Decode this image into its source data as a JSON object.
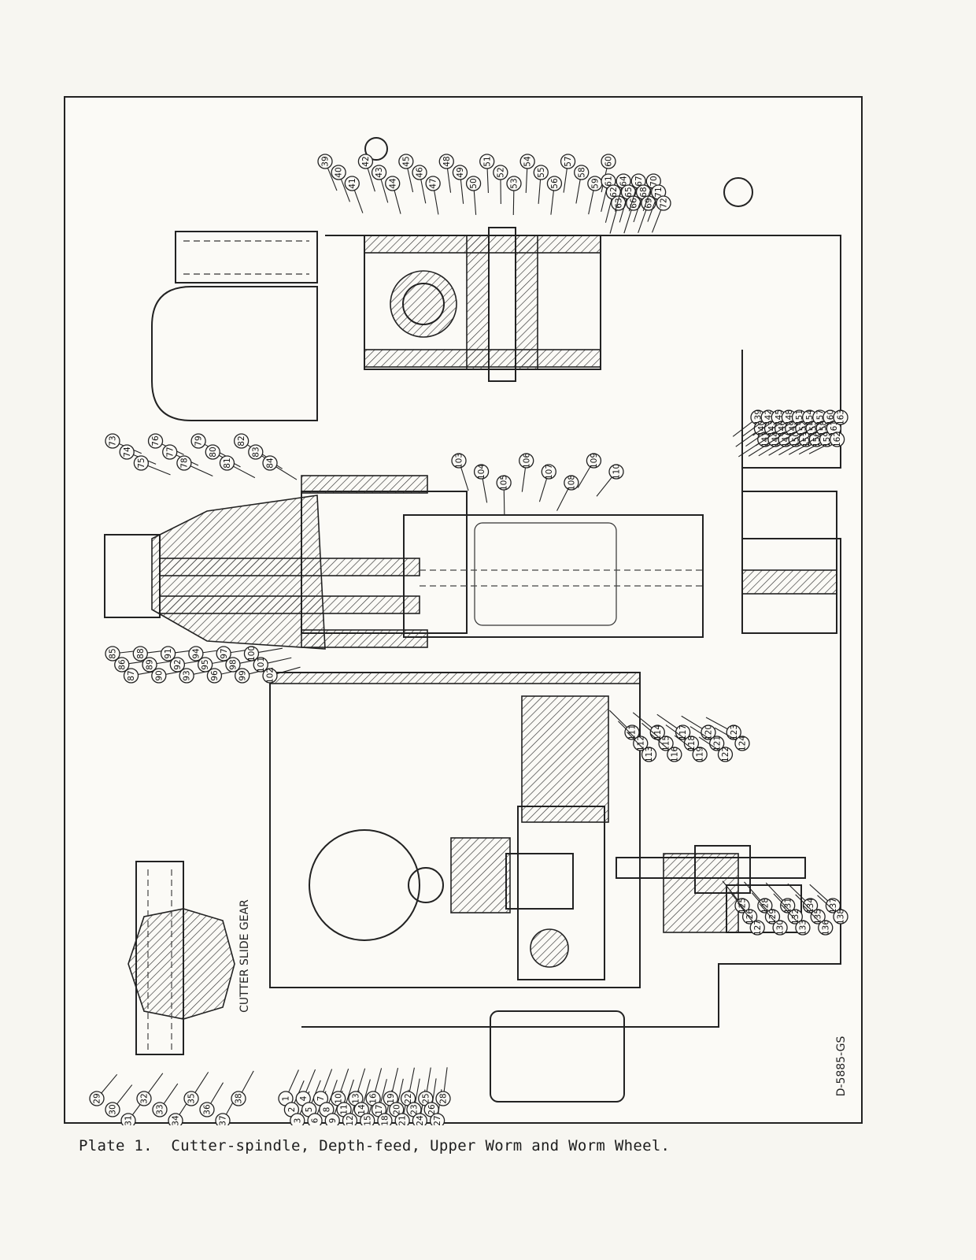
{
  "caption": "Plate 1.  Cutter-spindle, Depth-feed, Upper Worm and Worm Wheel.",
  "drawing_number": "D-5885-GS",
  "side_label": "CUTTER SLIDE GEAR",
  "callouts": [
    "1",
    "2",
    "3",
    "4",
    "5",
    "6",
    "7",
    "8",
    "9",
    "10",
    "11",
    "12",
    "13",
    "14",
    "15",
    "16",
    "17",
    "18",
    "19",
    "20",
    "21",
    "22",
    "23",
    "24",
    "25",
    "26",
    "27",
    "28",
    "29",
    "30",
    "31",
    "32",
    "33",
    "34",
    "35",
    "36",
    "37",
    "38",
    "39",
    "40",
    "41",
    "42",
    "43",
    "44",
    "45",
    "46",
    "47",
    "48",
    "49",
    "50",
    "51",
    "52",
    "53",
    "54",
    "55",
    "56",
    "57",
    "58",
    "59",
    "60",
    "61",
    "62",
    "63",
    "64",
    "65",
    "66",
    "67",
    "68",
    "69",
    "70",
    "71",
    "72",
    "73",
    "74",
    "75",
    "76",
    "77",
    "78",
    "79",
    "80",
    "81",
    "82",
    "83",
    "84",
    "85",
    "86",
    "87",
    "88",
    "89",
    "90",
    "91",
    "92",
    "93",
    "94",
    "95",
    "96",
    "97",
    "98",
    "99",
    "100",
    "101",
    "102",
    "103",
    "104",
    "105",
    "106",
    "107",
    "108",
    "109",
    "110",
    "111",
    "112",
    "113",
    "114",
    "115",
    "116",
    "117",
    "118",
    "119",
    "120",
    "121",
    "122",
    "123",
    "124",
    "125",
    "126",
    "127",
    "128",
    "129",
    "130",
    "131",
    "132",
    "133",
    "134",
    "135",
    "136",
    "137",
    "138",
    "139",
    "140",
    "141",
    "142",
    "143",
    "144",
    "145",
    "146",
    "147",
    "148",
    "149",
    "150",
    "151",
    "152",
    "153",
    "154",
    "155",
    "156",
    "157",
    "158",
    "159",
    "160",
    "161",
    "162",
    "163"
  ]
}
